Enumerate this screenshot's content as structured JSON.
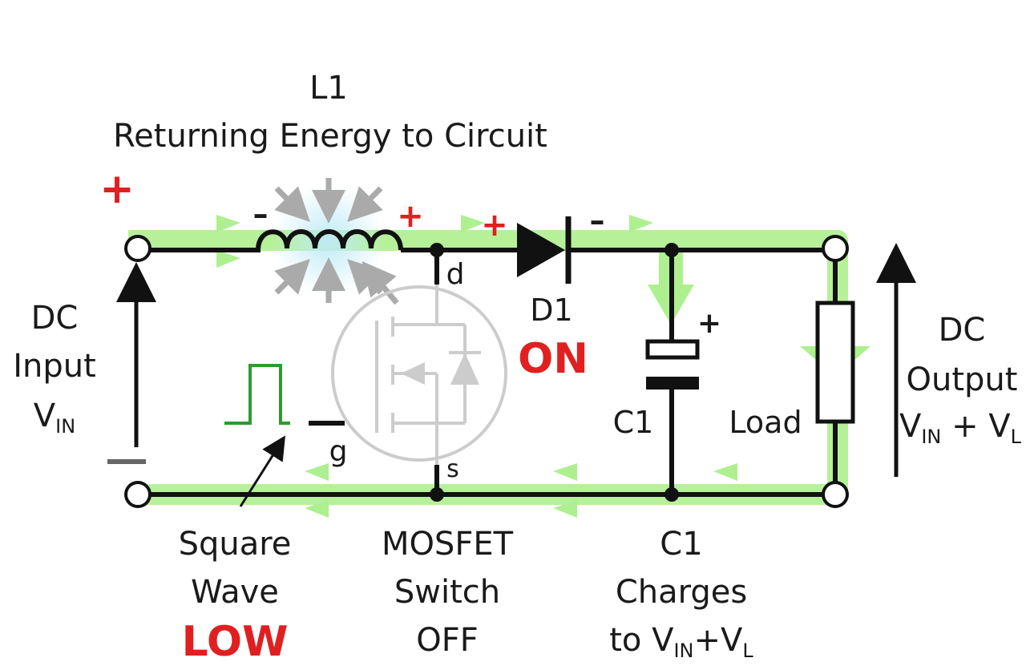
{
  "colors": {
    "wire": "#111111",
    "flow": "#aef08f",
    "accent": "#e02020",
    "glow": "#bfeaf5",
    "mosfet": "#cccccc",
    "square_wave": "#2e9a2e"
  },
  "inductor": {
    "name": "L1",
    "caption": "Returning Energy to Circuit",
    "minus": "–",
    "plus": "+"
  },
  "input": {
    "plus": "+",
    "line1": "DC",
    "line2": "Input",
    "vin": "V",
    "vin_sub": "IN"
  },
  "mosfet": {
    "drain": "d",
    "gate": "g",
    "source": "s",
    "caption_line1": "MOSFET",
    "caption_line2": "Switch",
    "caption_state": "OFF"
  },
  "diode": {
    "name": "D1",
    "state": "ON",
    "plus": "+",
    "minus": "–"
  },
  "capacitor": {
    "name": "C1",
    "plus": "+",
    "caption_line1": "C1",
    "caption_line2": "Charges",
    "caption_to": "to V",
    "caption_sub1": "IN",
    "caption_plus_v": "+V",
    "caption_sub2": "L"
  },
  "load": {
    "label": "Load"
  },
  "output": {
    "line1": "DC",
    "line2": "Output",
    "v1": "V",
    "sub1": "IN",
    "plus_v": " + V",
    "sub2": "L"
  },
  "gate_signal": {
    "caption_line1": "Square",
    "caption_line2": "Wave",
    "state": "LOW"
  }
}
